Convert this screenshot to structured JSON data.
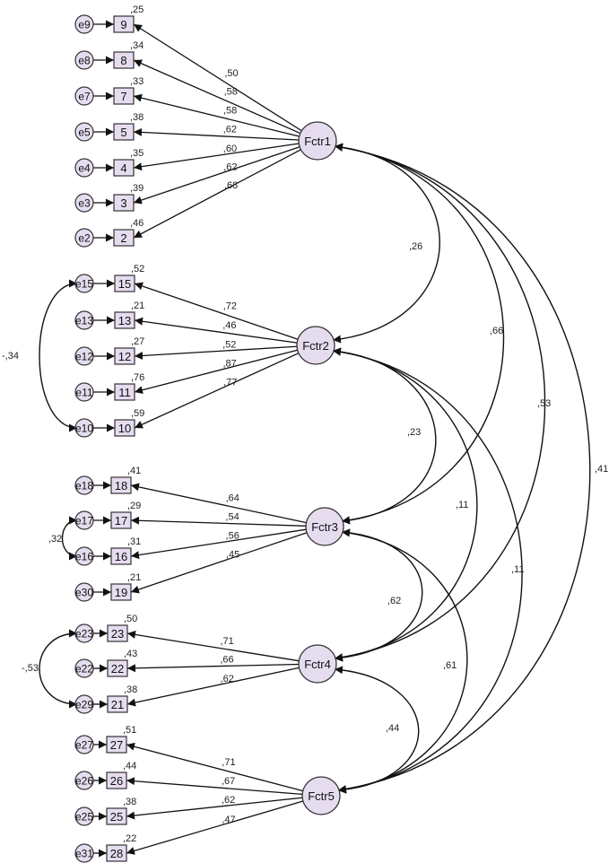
{
  "factors": [
    {
      "id": "F1",
      "label": "Fctr1"
    },
    {
      "id": "F2",
      "label": "Fctr2"
    },
    {
      "id": "F3",
      "label": "Fctr3"
    },
    {
      "id": "F4",
      "label": "Fctr4"
    },
    {
      "id": "F5",
      "label": "Fctr5"
    }
  ],
  "indicators": [
    {
      "label": "9",
      "error": "e9",
      "r2": ",25",
      "factor": "F1",
      "loading": ",50"
    },
    {
      "label": "8",
      "error": "e8",
      "r2": ",34",
      "factor": "F1",
      "loading": ",58"
    },
    {
      "label": "7",
      "error": "e7",
      "r2": ",33",
      "factor": "F1",
      "loading": ",58"
    },
    {
      "label": "5",
      "error": "e5",
      "r2": ",38",
      "factor": "F1",
      "loading": ",62"
    },
    {
      "label": "4",
      "error": "e4",
      "r2": ",35",
      "factor": "F1",
      "loading": ",60"
    },
    {
      "label": "3",
      "error": "e3",
      "r2": ",39",
      "factor": "F1",
      "loading": ",62"
    },
    {
      "label": "2",
      "error": "e2",
      "r2": ",46",
      "factor": "F1",
      "loading": ",68"
    },
    {
      "label": "15",
      "error": "e15",
      "r2": ",52",
      "factor": "F2",
      "loading": ",72"
    },
    {
      "label": "13",
      "error": "e13",
      "r2": ",21",
      "factor": "F2",
      "loading": ",46"
    },
    {
      "label": "12",
      "error": "e12",
      "r2": ",27",
      "factor": "F2",
      "loading": ",52"
    },
    {
      "label": "11",
      "error": "e11",
      "r2": ",76",
      "factor": "F2",
      "loading": ",87"
    },
    {
      "label": "10",
      "error": "e10",
      "r2": ",59",
      "factor": "F2",
      "loading": ",77"
    },
    {
      "label": "18",
      "error": "e18",
      "r2": ",41",
      "factor": "F3",
      "loading": ",64"
    },
    {
      "label": "17",
      "error": "e17",
      "r2": ",29",
      "factor": "F3",
      "loading": ",54"
    },
    {
      "label": "16",
      "error": "e16",
      "r2": ",31",
      "factor": "F3",
      "loading": ",56"
    },
    {
      "label": "19",
      "error": "e30",
      "r2": ",21",
      "factor": "F3",
      "loading": ",45"
    },
    {
      "label": "23",
      "error": "e23",
      "r2": ",50",
      "factor": "F4",
      "loading": ",71"
    },
    {
      "label": "22",
      "error": "e22",
      "r2": ",43",
      "factor": "F4",
      "loading": ",66"
    },
    {
      "label": "21",
      "error": "e29",
      "r2": ",38",
      "factor": "F4",
      "loading": ",62"
    },
    {
      "label": "27",
      "error": "e27",
      "r2": ",51",
      "factor": "F5",
      "loading": ",71"
    },
    {
      "label": "26",
      "error": "e26",
      "r2": ",44",
      "factor": "F5",
      "loading": ",67"
    },
    {
      "label": "25",
      "error": "e25",
      "r2": ",38",
      "factor": "F5",
      "loading": ",62"
    },
    {
      "label": "28",
      "error": "e31",
      "r2": ",22",
      "factor": "F5",
      "loading": ",47"
    }
  ],
  "factor_covariances": [
    {
      "from": "F1",
      "to": "F2",
      "value": ",26"
    },
    {
      "from": "F1",
      "to": "F3",
      "value": ",66"
    },
    {
      "from": "F1",
      "to": "F4",
      "value": ",53"
    },
    {
      "from": "F1",
      "to": "F5",
      "value": ",41"
    },
    {
      "from": "F2",
      "to": "F3",
      "value": ",23"
    },
    {
      "from": "F2",
      "to": "F4",
      "value": ",11"
    },
    {
      "from": "F2",
      "to": "F5",
      "value": ",11"
    },
    {
      "from": "F3",
      "to": "F4",
      "value": ",62"
    },
    {
      "from": "F3",
      "to": "F5",
      "value": ",61"
    },
    {
      "from": "F4",
      "to": "F5",
      "value": ",44"
    }
  ],
  "error_covariances": [
    {
      "from": "e15",
      "to": "e10",
      "value": "-,34"
    },
    {
      "from": "e17",
      "to": "e16",
      "value": ",32"
    },
    {
      "from": "e23",
      "to": "e29",
      "value": "-,53"
    }
  ]
}
